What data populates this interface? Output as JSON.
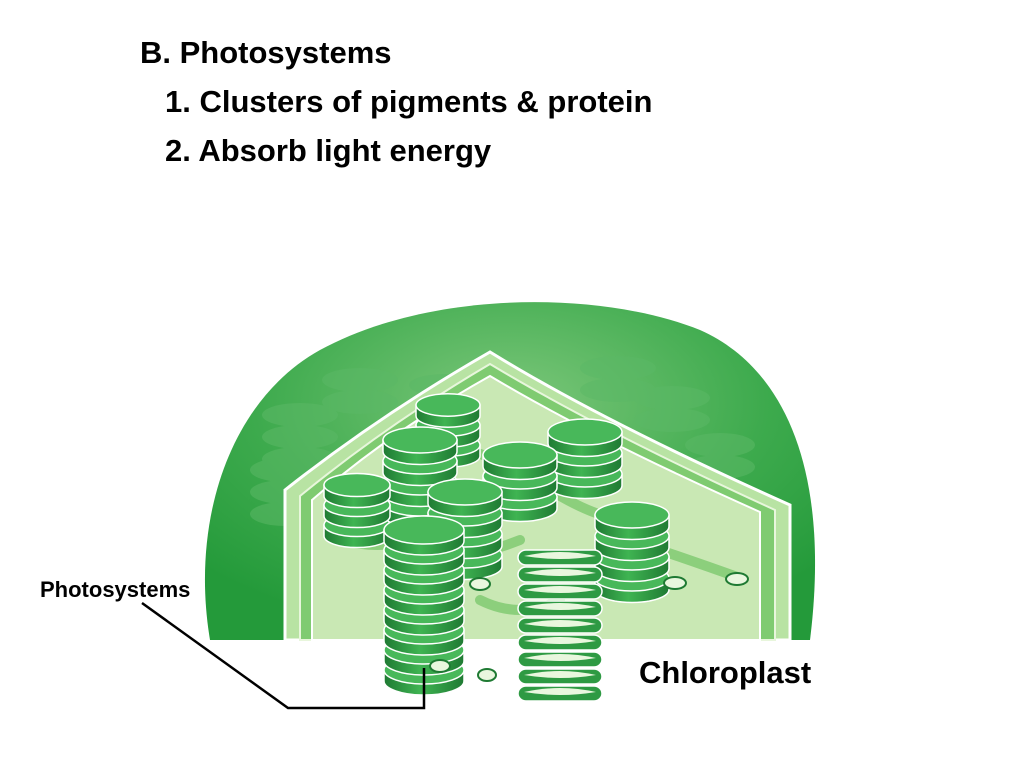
{
  "slide": {
    "heading": "B. Photosystems",
    "points": [
      "1. Clusters of pigments & protein",
      "2. Absorb light energy"
    ]
  },
  "diagram": {
    "labels": {
      "photosystems": "Photosystems",
      "chloroplast": "Chloroplast"
    },
    "colors": {
      "outer_green": "#3daa4d",
      "light_green": "#9fd58d",
      "inner_stroma": "#c9e8b4",
      "granum": "#2e9a43",
      "granum_dark": "#1f7a33",
      "leader_line": "#000000"
    }
  }
}
